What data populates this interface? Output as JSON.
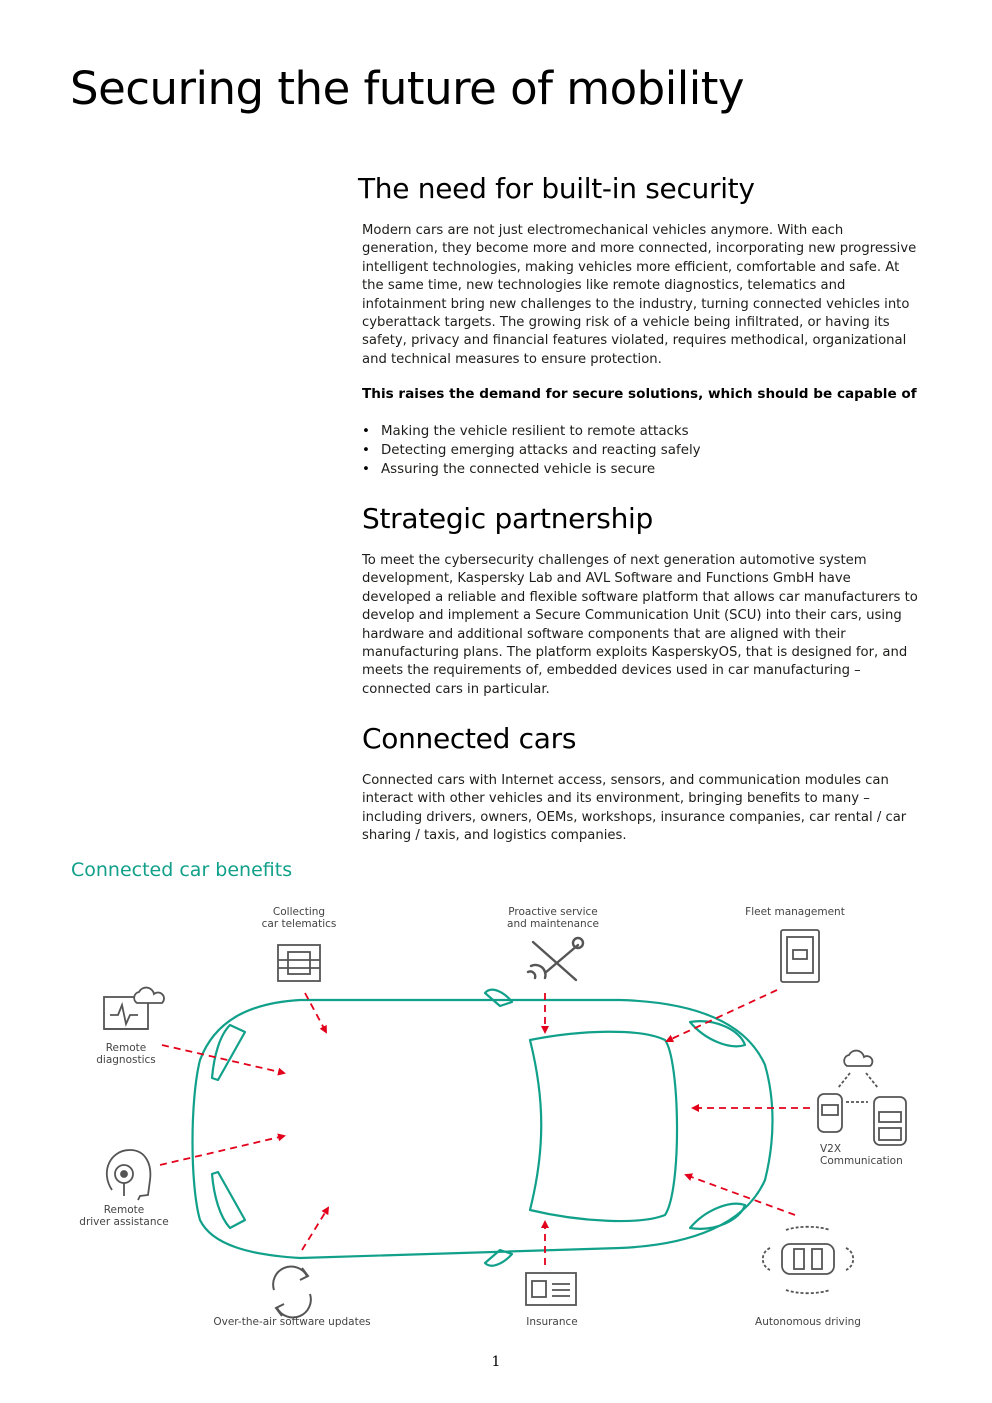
{
  "page_title": "Securing the future of mobility",
  "sections": [
    {
      "title": "The need for built-in security",
      "paragraph": "Modern cars are not just electromechanical vehicles anymore. With each generation, they become more and more connected, incorporating new progressive intelligent technologies, making vehicles more efficient, comfortable and safe. At the same time, new technologies like remote diagnostics, telematics and infotainment bring new challenges to the industry, turning connected vehicles into cyberattack targets. The growing risk of a vehicle being infiltrated, or having its safety, privacy and financial features violated, requires methodical, organizational and technical measures to ensure protection.",
      "emphasis": "This raises the demand for secure solutions, which should be capable of",
      "bullets": [
        "Making the vehicle resilient to remote attacks",
        "Detecting emerging attacks and reacting safely",
        "Assuring the connected vehicle is secure"
      ]
    },
    {
      "title": "Strategic partnership",
      "paragraph": "To meet the cybersecurity challenges of next generation automotive system development, Kaspersky Lab and AVL Software and Functions GmbH have developed a reliable and flexible software platform that allows car manufacturers to develop and implement a Secure Communication Unit (SCU) into their cars, using hardware and additional software components that are aligned with their manufacturing plans. The platform exploits KasperskyOS, that is designed for, and meets the requirements of, embedded devices used in car manufacturing – connected cars in particular."
    },
    {
      "title": "Connected cars",
      "paragraph": "Connected cars with Internet access, sensors, and communication modules can interact with other vehicles and its environment, bringing benefits to many – including drivers, owners, OEMs, workshops, insurance companies, car rental / car sharing / taxis, and logistics companies."
    }
  ],
  "diagram": {
    "title": "Connected car benefits",
    "labels": {
      "telematics": "Collecting\ncar telematics",
      "proactive": "Proactive service\nand maintenance",
      "fleet": "Fleet management",
      "remote_diag": "Remote\ndiagnostics",
      "v2x": "V2X\nCommunication",
      "remote_assist": "Remote\ndriver assistance",
      "ota": "Over-the-air software updates",
      "insurance": "Insurance",
      "autonomous": "Autonomous driving"
    },
    "colors": {
      "accent": "#11a08a",
      "arrow": "#e3001b",
      "icon": "#555555"
    }
  },
  "page_number": "1"
}
